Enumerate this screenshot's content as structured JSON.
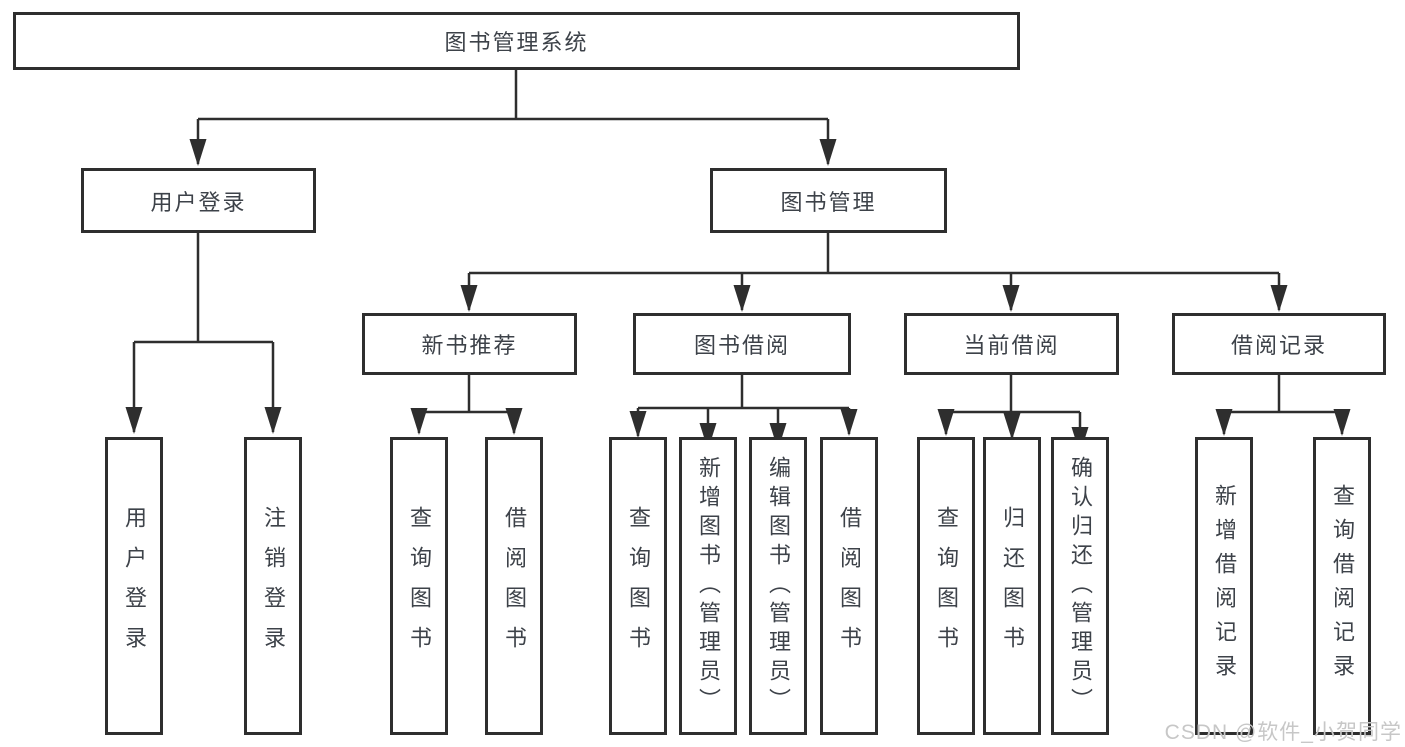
{
  "tree": {
    "label": "图书管理系统",
    "children": [
      {
        "label": "用户登录",
        "children": [
          {
            "label": "用户登录"
          },
          {
            "label": "注销登录"
          }
        ]
      },
      {
        "label": "图书管理",
        "children": [
          {
            "label": "新书推荐",
            "children": [
              {
                "label": "查询图书"
              },
              {
                "label": "借阅图书"
              }
            ]
          },
          {
            "label": "图书借阅",
            "children": [
              {
                "label": "查询图书"
              },
              {
                "label": "新增图书（管理员）"
              },
              {
                "label": "编辑图书（管理员）"
              },
              {
                "label": "借阅图书"
              }
            ]
          },
          {
            "label": "当前借阅",
            "children": [
              {
                "label": "查询图书"
              },
              {
                "label": "归还图书"
              },
              {
                "label": "确认归还（管理员）"
              }
            ]
          },
          {
            "label": "借阅记录",
            "children": [
              {
                "label": "新增借阅记录"
              },
              {
                "label": "查询借阅记录"
              }
            ]
          }
        ]
      }
    ]
  },
  "watermark": {
    "text": "CSDN @软件_小贺同学"
  },
  "colors": {
    "line": "#2e2e2e",
    "text": "#3d4249",
    "watermark": "#c7c7c7"
  }
}
